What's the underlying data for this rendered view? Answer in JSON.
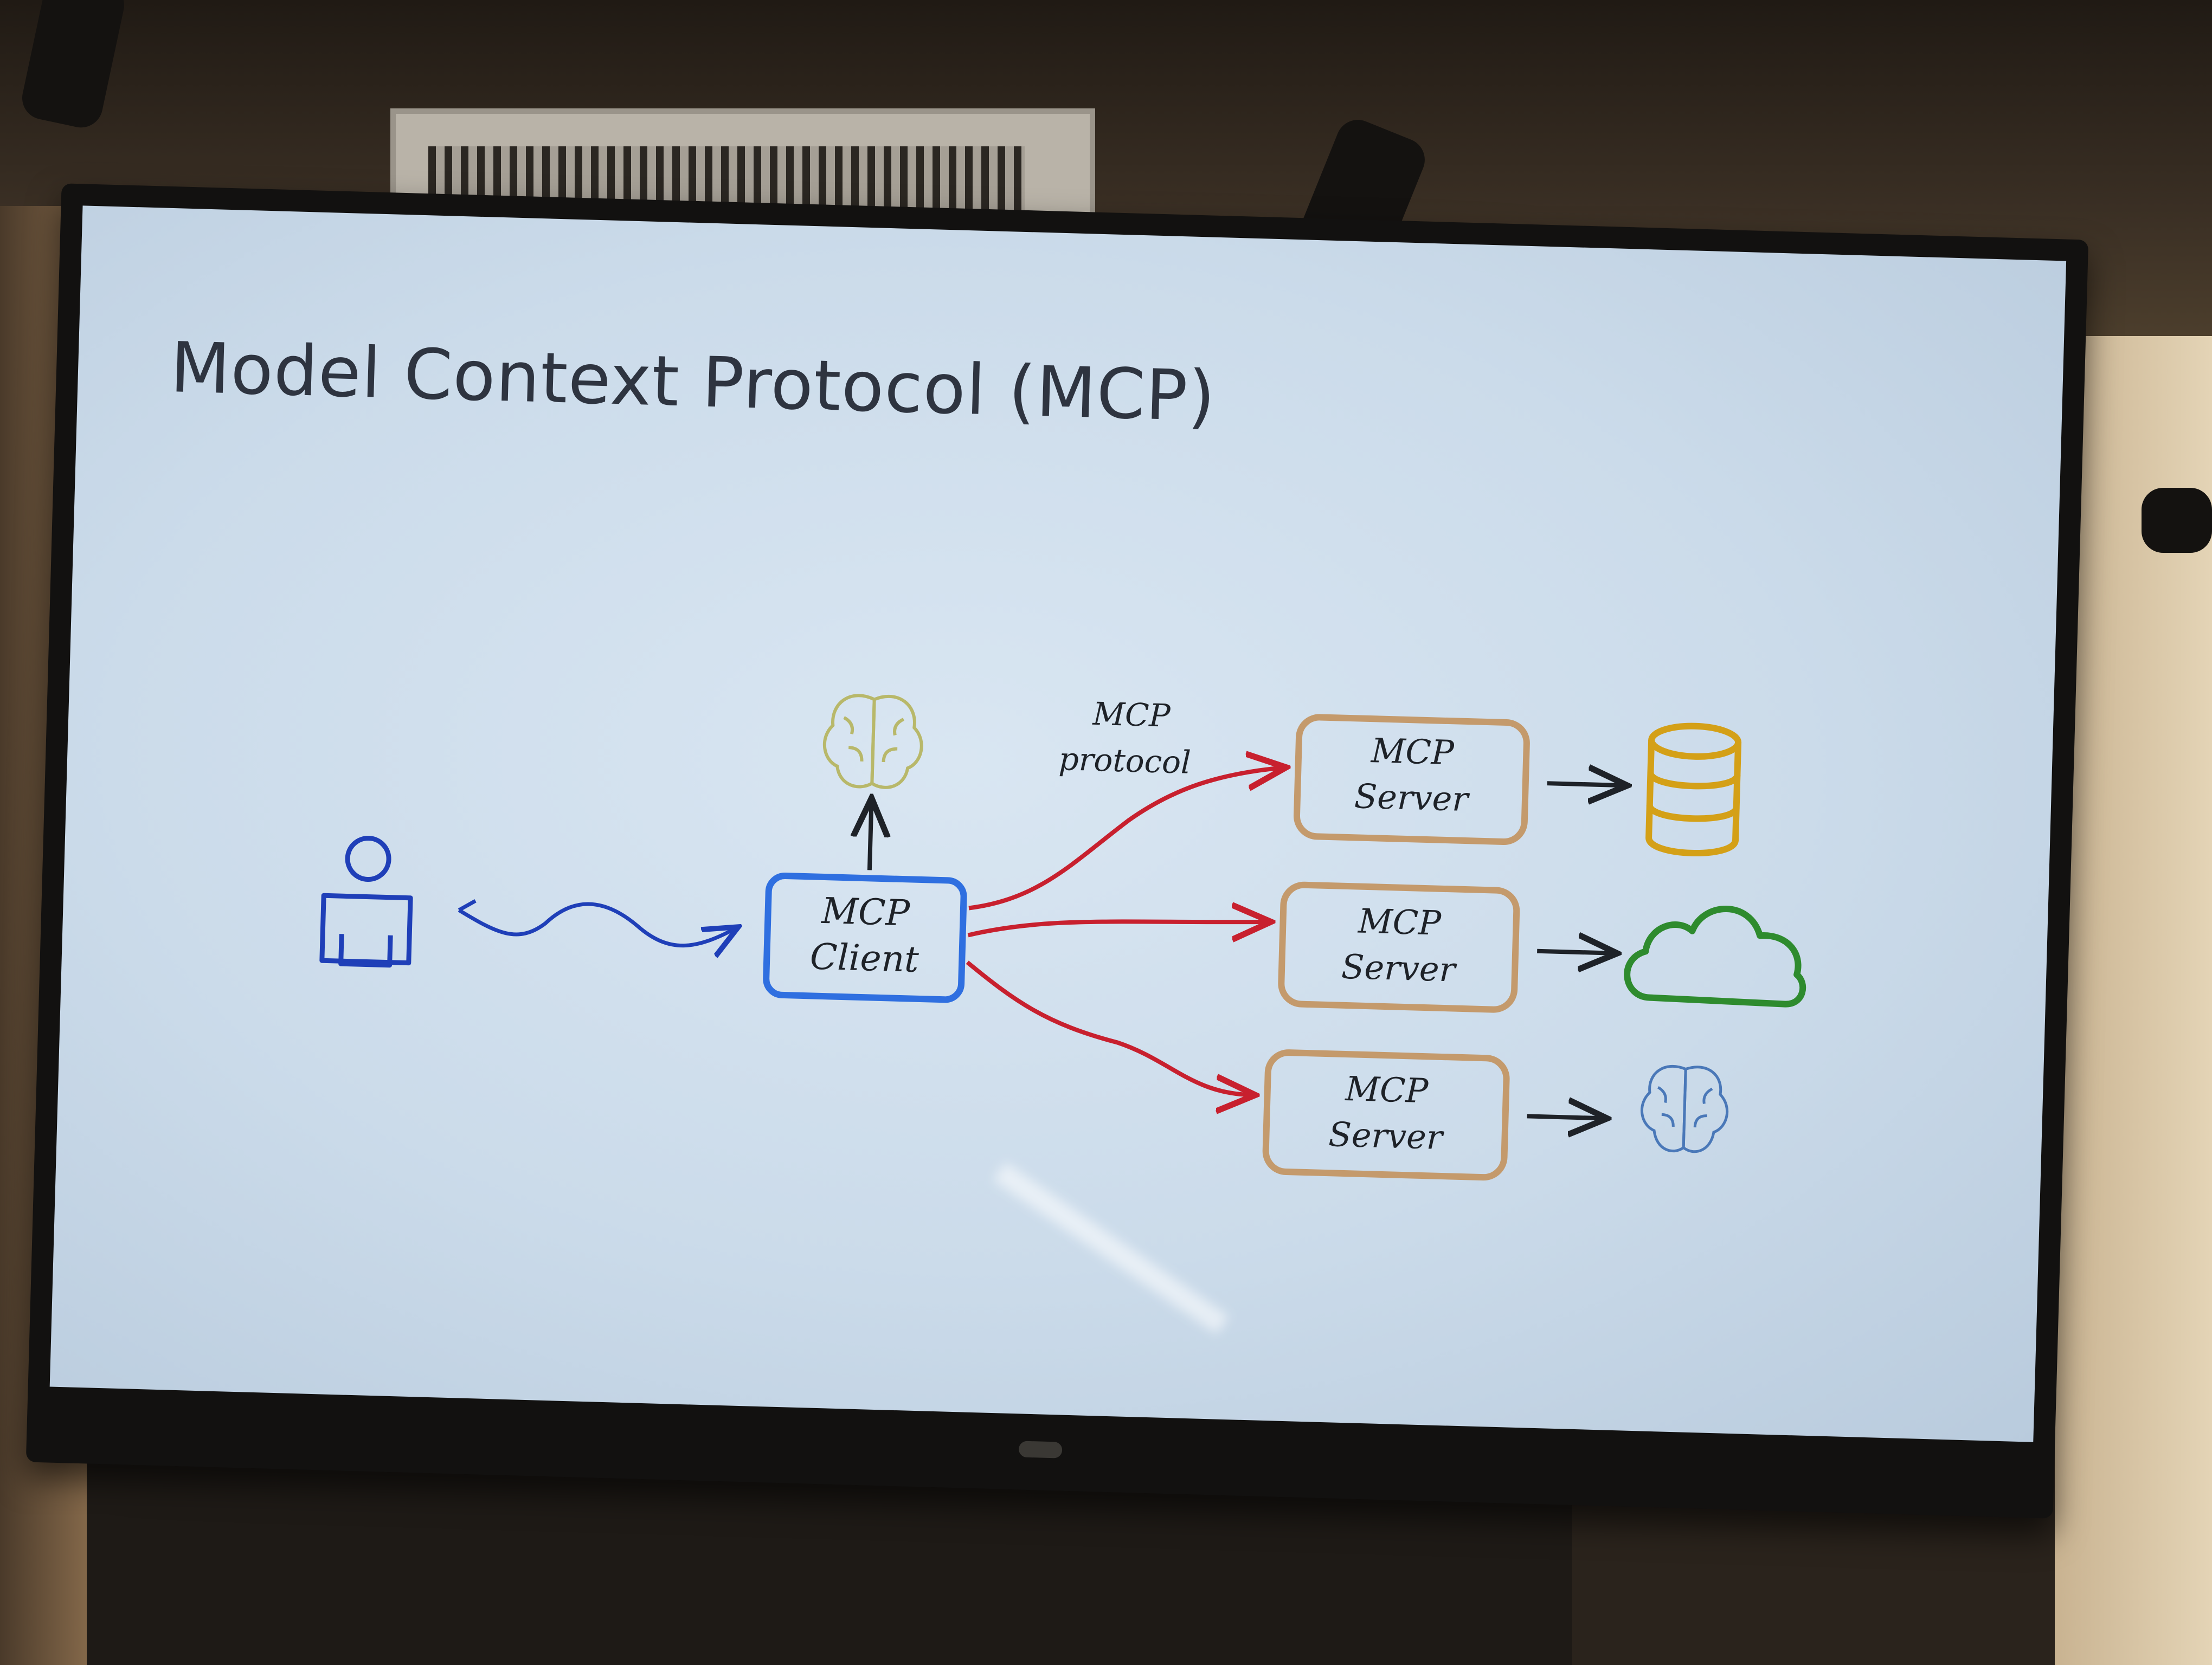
{
  "slide": {
    "title": "Model Context Protocol (MCP)",
    "client": {
      "line1": "MCP",
      "line2": "Client"
    },
    "protocol_label": {
      "line1": "MCP",
      "line2": "protocol"
    },
    "servers": [
      {
        "line1": "MCP",
        "line2": "Server",
        "resource_icon": "database-icon"
      },
      {
        "line1": "MCP",
        "line2": "Server",
        "resource_icon": "cloud-icon"
      },
      {
        "line1": "MCP",
        "line2": "Server",
        "resource_icon": "brain-icon"
      }
    ],
    "user_icon": "person-icon",
    "model_icon": "brain-icon"
  },
  "colors": {
    "client_border": "#2f6fe0",
    "server_border": "#c49a6c",
    "protocol_arrows": "#c8202e",
    "user": "#1f3fb8",
    "database": "#d4a017",
    "cloud": "#2e8b2e",
    "brain_top": "#b8b86a",
    "brain_bottom": "#4a78b8"
  }
}
